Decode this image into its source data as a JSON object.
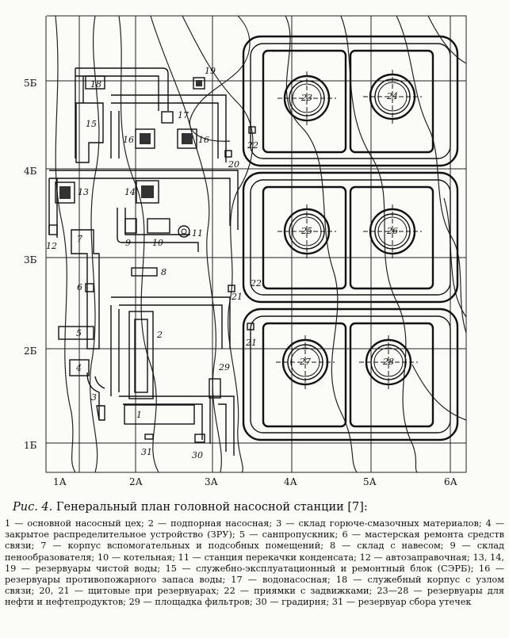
{
  "grid_labels": {
    "rows": [
      "5Б",
      "4Б",
      "3Б",
      "2Б",
      "1Б"
    ],
    "cols": [
      "1А",
      "2А",
      "3А",
      "4А",
      "5А",
      "6А"
    ]
  },
  "object_numbers": [
    "1",
    "2",
    "3",
    "4",
    "5",
    "6",
    "7",
    "8",
    "9",
    "10",
    "11",
    "12",
    "13",
    "14",
    "15",
    "16",
    "16",
    "17",
    "18",
    "19",
    "20",
    "21",
    "21",
    "22",
    "22",
    "23",
    "24",
    "25",
    "26",
    "27",
    "28",
    "29",
    "30",
    "31"
  ],
  "caption": {
    "figure_label": "Рис. 4.",
    "title": "Генеральный план головной насосной станции [7]:",
    "legend": "1 — основной насосный цех; 2 — подпорная насосная; 3 — склад горюче-смазочных материалов; 4 — закрытое распределительное устройство (ЗРУ); 5 — санпропускник; 6 — мастерская ремонта средств связи; 7 — корпус вспомогательных и подсобных помещений; 8 — склад с навесом; 9 — склад пенообразователя; 10 — котельная; 11 — станция перекачки конденсата; 12 — автозаправочная; 13, 14, 19 — резервуары чистой воды; 15 — служебно-эксплуатационный и ремонтный блок (СЭРБ); 16 — резервуары противопожарного запаса воды; 17 — водонасосная; 18 — служебный корпус с узлом связи; 20, 21 — щитовые при резервуарах; 22 — приямки с задвижками; 23—28 — резервуары для нефти и нефтепродуктов; 29 — площадка фильтров; 30 — градирня; 31 — резервуар сбора утечек"
  }
}
